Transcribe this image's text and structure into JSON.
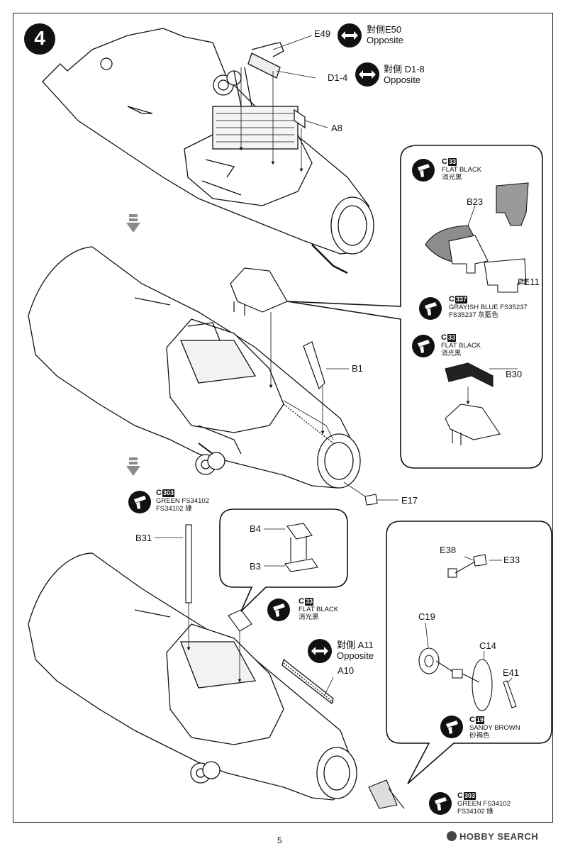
{
  "step_number": "4",
  "parts": {
    "e49": "E49",
    "d1_4": "D1-4",
    "a8": "A8",
    "b23": "B23",
    "pe11": "PE11",
    "b1": "B1",
    "b30": "B30",
    "e17": "E17",
    "b31": "B31",
    "b4": "B4",
    "b3": "B3",
    "a10": "A10",
    "e38": "E38",
    "e33": "E33",
    "c19": "C19",
    "c14": "C14",
    "e41": "E41"
  },
  "opposite_notes": [
    {
      "cjk": "對側E50",
      "en": "Opposite"
    },
    {
      "cjk": "對側 D1-8",
      "en": "Opposite"
    },
    {
      "cjk": "對側 A11",
      "en": "Opposite"
    }
  ],
  "paints": {
    "flat_black": {
      "letter": "C",
      "num": "33",
      "name": "FLAT BLACK",
      "cjk": "消光黑"
    },
    "grayish_blue": {
      "letter": "C",
      "num": "337",
      "name": "GRAYISH BLUE FS35237",
      "cjk": "FS35237 灰藍色"
    },
    "green": {
      "letter": "C",
      "num": "303",
      "name": "GREEN FS34102",
      "cjk": "FS34102 綠"
    },
    "sandy_brown": {
      "letter": "C",
      "num": "19",
      "name": "SANDY BROWN",
      "cjk": "砂褐色"
    }
  },
  "page_number": "5",
  "watermark": "HOBBY SEARCH",
  "colors": {
    "ink": "#111111",
    "page": "#ffffff",
    "arrow": "#8a8a8a"
  }
}
